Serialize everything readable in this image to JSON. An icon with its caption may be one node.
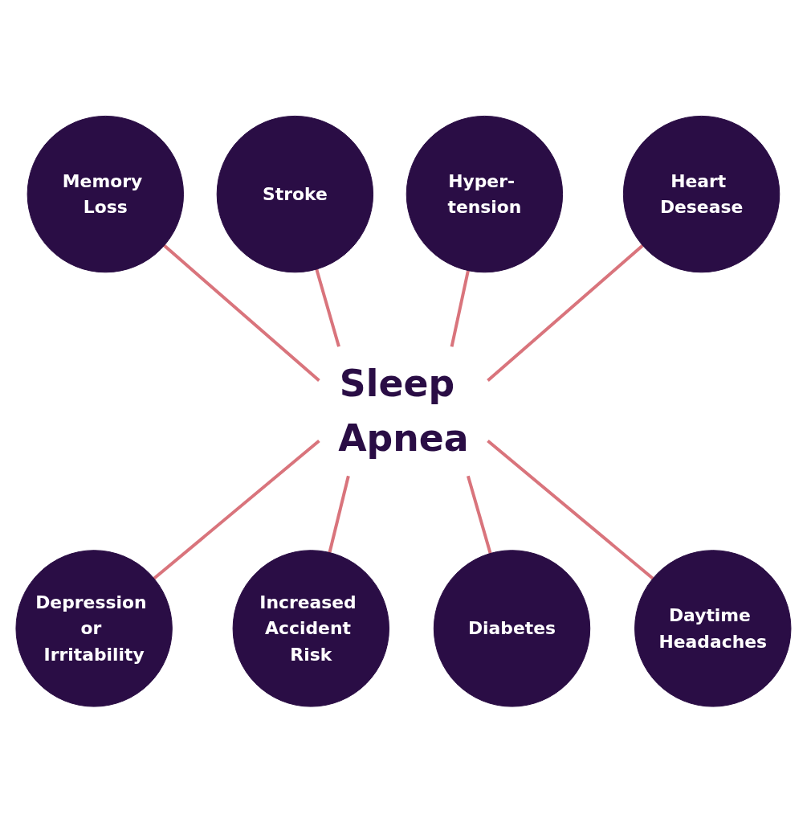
{
  "diagram": {
    "nodes": [
      {
        "text": [
          "Sleep Apnea"
        ]
      },
      {
        "text": [
          "Memory Loss"
        ]
      },
      {
        "text": [
          "Stroke"
        ]
      },
      {
        "text": [
          "Hyper- tension"
        ]
      },
      {
        "text": [
          "Heart Desease"
        ]
      },
      {
        "text": [
          "Depression or Irritability"
        ]
      },
      {
        "text": [
          "Increased Accident Risk"
        ]
      },
      {
        "text": [
          "Diabetes"
        ]
      },
      {
        "text": [
          "Daytime Headaches"
        ]
      }
    ],
    "edges": [
      {
        "from": 1,
        "to": 0,
        "arrow": "none"
      },
      {
        "from": 2,
        "to": 0,
        "arrow": "none"
      },
      {
        "from": 3,
        "to": 0,
        "arrow": "none"
      },
      {
        "from": 4,
        "to": 0,
        "arrow": "none"
      },
      {
        "from": 0,
        "to": 5,
        "arrow": "none"
      },
      {
        "from": 0,
        "to": 6,
        "arrow": "none"
      },
      {
        "from": 0,
        "to": 7,
        "arrow": "none"
      },
      {
        "from": 0,
        "to": 8,
        "arrow": "none"
      }
    ]
  }
}
